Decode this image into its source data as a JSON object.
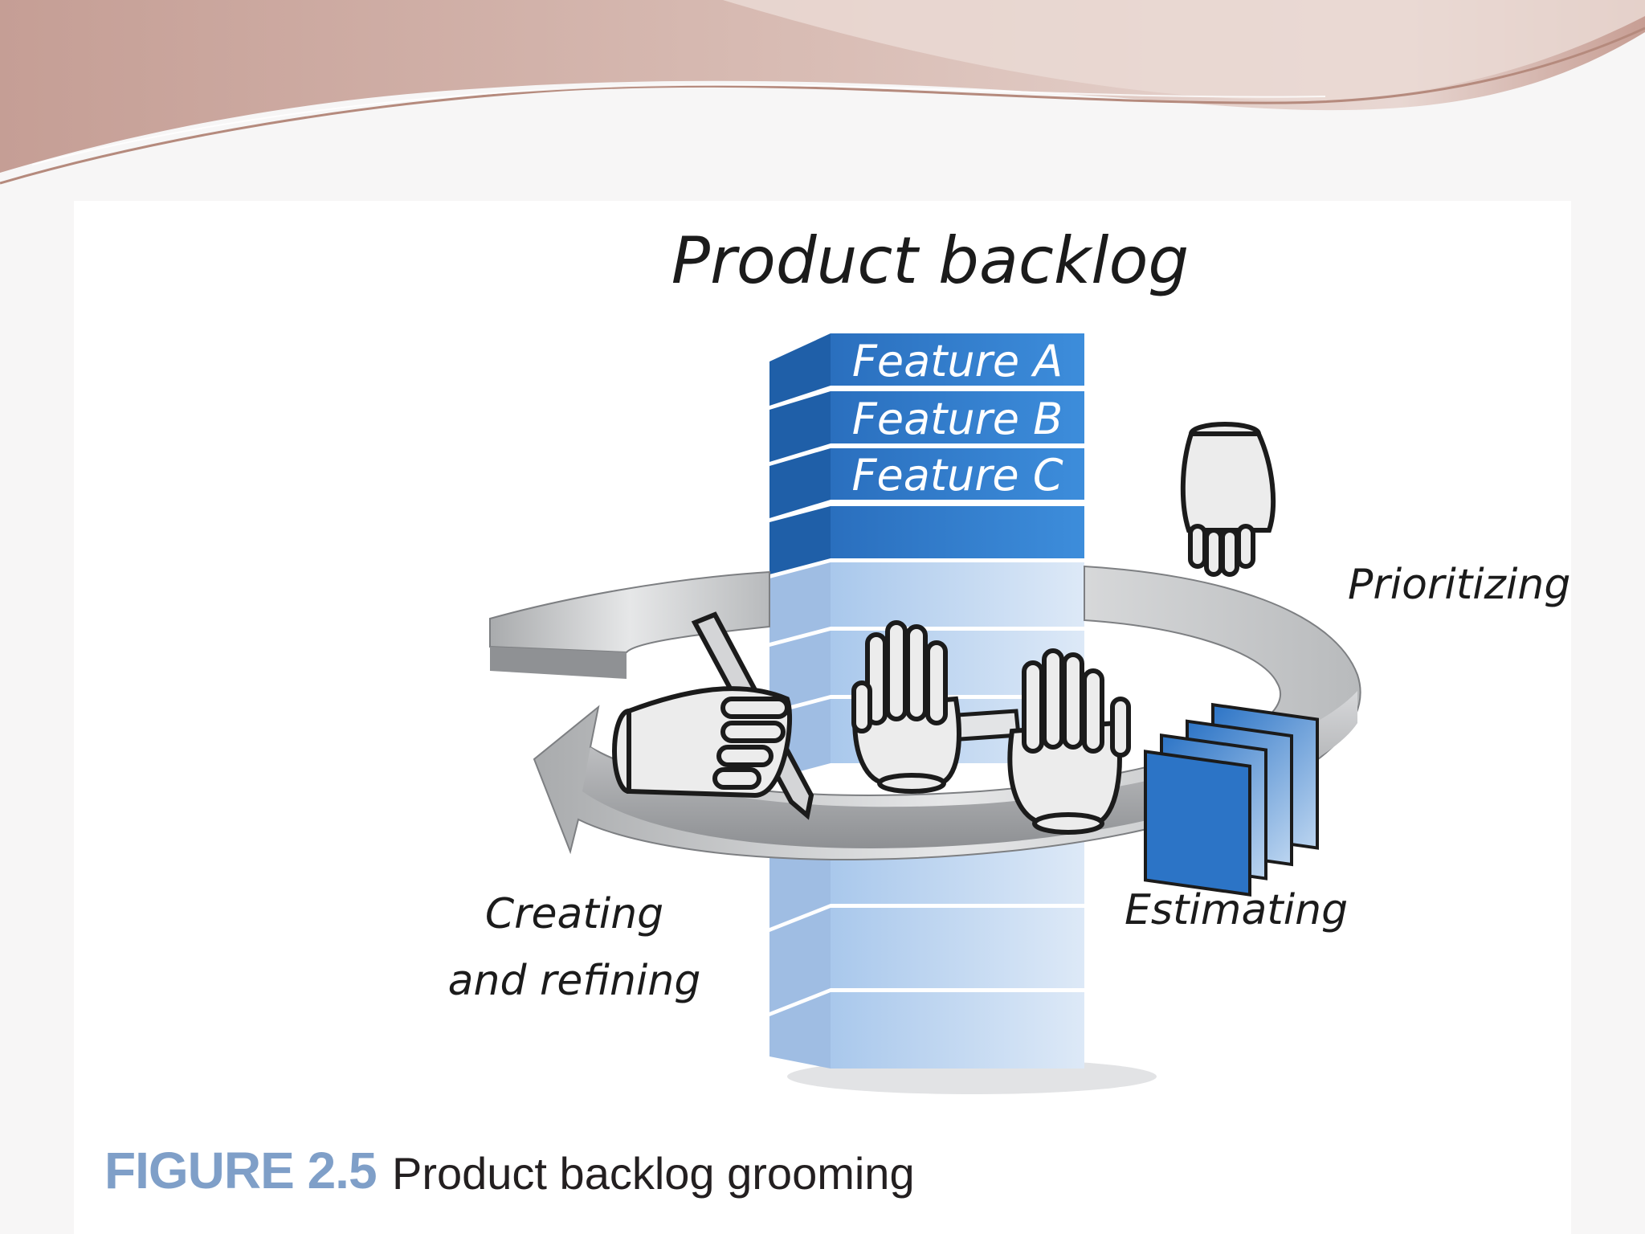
{
  "diagram": {
    "title": "Product backlog",
    "features": [
      "Feature A",
      "Feature B",
      "Feature C"
    ],
    "activities": {
      "prioritizing": "Prioritizing",
      "estimating": "Estimating",
      "creating_line1": "Creating",
      "creating_line2": "and refining"
    }
  },
  "caption": {
    "figure_label": "FIGURE 2.5",
    "text": "Product backlog grooming"
  },
  "colors": {
    "banner": "#c9a49a",
    "backlog_blue": "#2f7fcf",
    "backlog_light": "#c9dcf2",
    "arrow_gray": "#a7a9ac",
    "caption_blue": "#7f9fc8"
  }
}
